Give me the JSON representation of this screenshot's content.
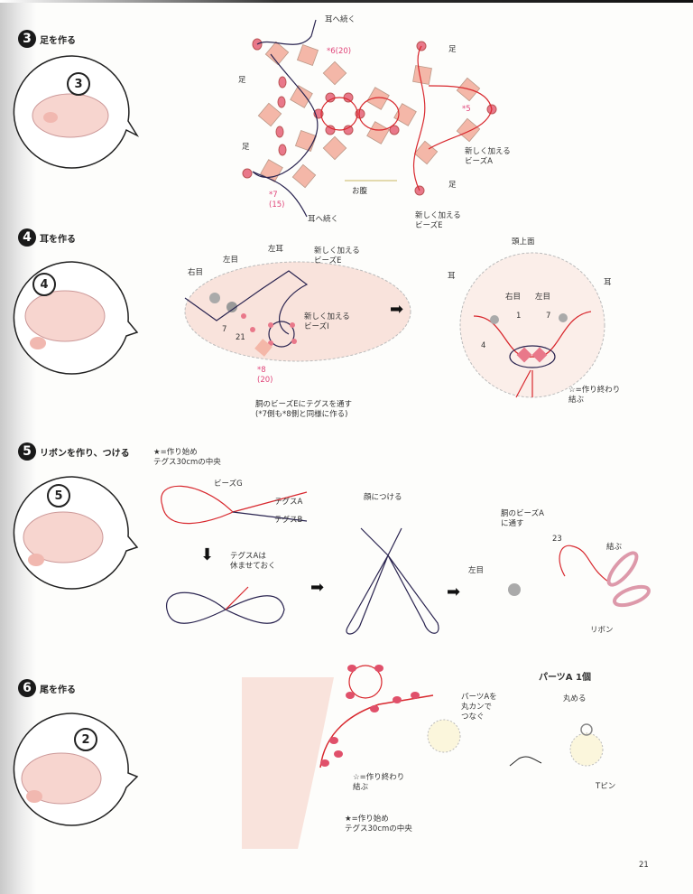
{
  "sections": [
    {
      "num": "3",
      "title": "足を作る",
      "bubble": "3"
    },
    {
      "num": "4",
      "title": "耳を作る",
      "bubble": "4"
    },
    {
      "num": "5",
      "title": "リボンを作り、つける",
      "bubble": "5"
    },
    {
      "num": "6",
      "title": "尾を作る",
      "bubble": "2"
    }
  ],
  "step3": {
    "ear_top": "耳へ続く",
    "s6": "*6(20)",
    "leg_l1": "足",
    "leg_l2": "足",
    "leg_r1": "足",
    "leg_r2": "足",
    "s5": "*5",
    "new_a": "新しく加える\nビーズA",
    "s7": "*7\n(15)",
    "ear_bottom": "耳へ続く",
    "belly": "お腹",
    "new_e": "新しく加える\nビーズE"
  },
  "step4": {
    "left_ear": "左耳",
    "left_eye": "左目",
    "right_eye": "右目",
    "new_e": "新しく加える\nビーズE",
    "new_i": "新しく加える\nビーズI",
    "n7": "7",
    "n21": "21",
    "s8": "*8\n(20)",
    "note": "胴のビーズEにテグスを通す\n(*7側も*8側と同様に作る)",
    "top_view": "頭上面",
    "ear_l": "耳",
    "ear_r": "耳",
    "r_right_eye": "右目",
    "r_left_eye": "左目",
    "r1": "1",
    "r7": "7",
    "r4": "4",
    "finish": "☆=作り終わり\n結ぶ"
  },
  "step5": {
    "start": "★=作り始め\nテグス30cmの中央",
    "bead_g": "ビーズG",
    "tegs_a": "テグスA",
    "tegs_b": "テグスB",
    "rest": "テグスAは\n休ませておく",
    "attach_face": "顔につける",
    "through": "胴のビーズA\nに通す",
    "n23": "23",
    "tie": "結ぶ",
    "left_eye": "左目",
    "ribbon": "リボン"
  },
  "step6": {
    "parts_title": "パーツA 1個",
    "roll": "丸める",
    "connect": "パーツAを\n丸カンで\nつなぐ",
    "finish": "☆=作り終わり\n結ぶ",
    "start": "★=作り始め\nテグス30cmの中央",
    "tpin": "Tピン"
  },
  "page_number": "21",
  "colors": {
    "bead": "#f2a9a0",
    "bead_red": "#e0506a",
    "thread_red": "#d8282e",
    "thread_dark": "#2a2450",
    "pig": "#f7d5cf"
  }
}
